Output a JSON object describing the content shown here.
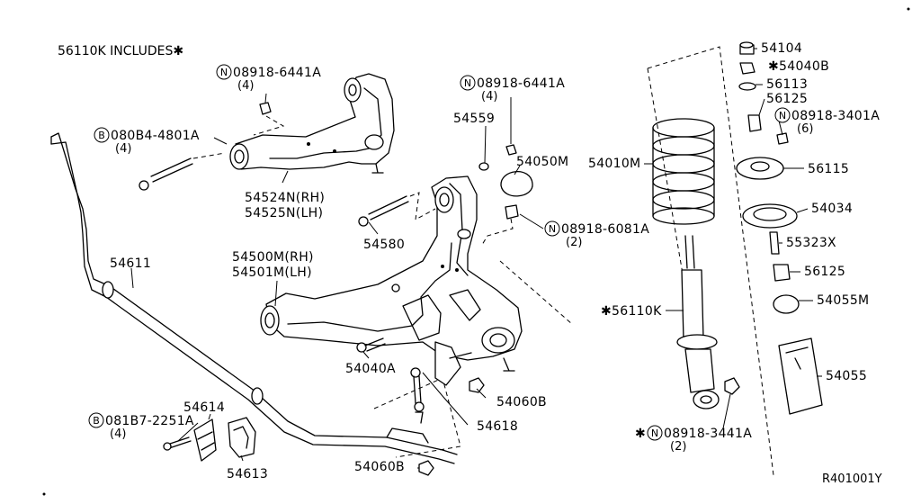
{
  "header": {
    "includes_text": "56110K INCLUDES"
  },
  "figure_id": "R401001Y",
  "labels": {
    "bolt_upper_b": {
      "prefix": "B",
      "part": "080B4-4801A",
      "qty": "(4)"
    },
    "nut_upper_n": {
      "prefix": "N",
      "part": "08918-6441A",
      "qty": "(4)"
    },
    "upper_arm_rh": "54524N(RH)",
    "upper_arm_lh": "54525N(LH)",
    "nut_lower_n": {
      "prefix": "N",
      "part": "08918-6441A",
      "qty": "(4)"
    },
    "p54559": "54559",
    "p54050M": "54050M",
    "nut_6081": {
      "prefix": "N",
      "part": "08918-6081A",
      "qty": "(2)"
    },
    "p54580": "54580",
    "lower_arm_rh": "54500M(RH)",
    "lower_arm_lh": "54501M(LH)",
    "p54611": "54611",
    "p54040A": "54040A",
    "p54060B_a": "54060B",
    "p54618": "54618",
    "p54614": "54614",
    "bolt_lower_b": {
      "prefix": "B",
      "part": "081B7-2251A",
      "qty": "(4)"
    },
    "p54613": "54613",
    "p54060B_b": "54060B",
    "p54010M": "54010M",
    "p56110K": "56110K",
    "nut_3441": {
      "prefix": "N",
      "part": "08918-3441A",
      "qty": "(2)"
    },
    "p54104": "54104",
    "p54040B": "54040B",
    "p56113": "56113",
    "p56125_top": "56125",
    "nut_3401": {
      "prefix": "N",
      "part": "08918-3401A",
      "qty": "(6)"
    },
    "p56115": "56115",
    "p54034": "54034",
    "p55323X": "55323X",
    "p56125_mid": "56125",
    "p54055M": "54055M",
    "p54055": "54055"
  }
}
